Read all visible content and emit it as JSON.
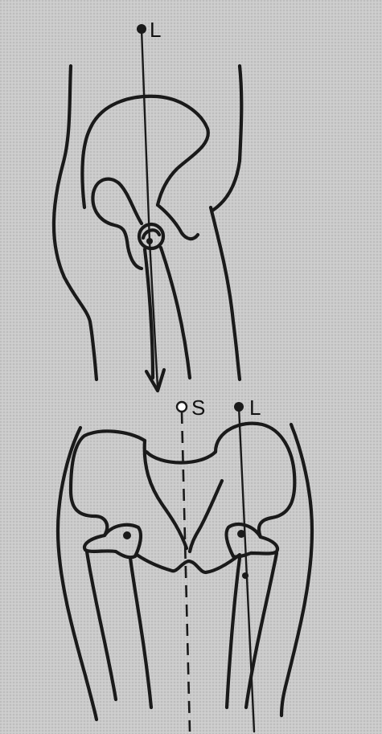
{
  "labels": {
    "lateral_top": "L",
    "symmetry": "S",
    "lateral_bottom": "L"
  },
  "colors": {
    "background": "#c9c9c9",
    "ink": "#1a1a1a"
  }
}
